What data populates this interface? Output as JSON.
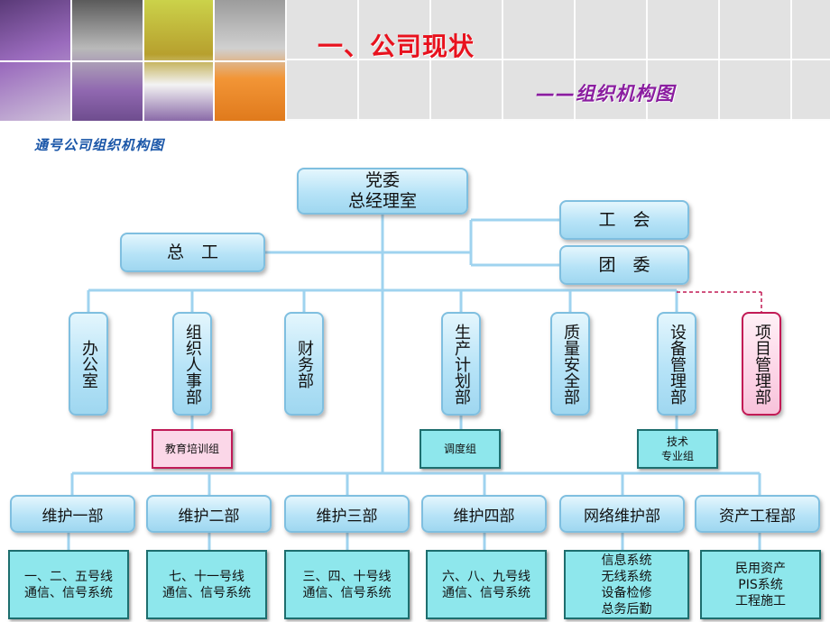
{
  "header": {
    "title": "一、公司现状",
    "subtitle": "——组织机构图"
  },
  "caption": "通号公司组织机构图",
  "top": {
    "party": "党委\n总经理室",
    "chief_engineer": "总　工",
    "union": "工　会",
    "youth_league": "团　委"
  },
  "departments": [
    "办公室",
    "组织人事部",
    "财务部",
    "生产计划部",
    "质量安全部",
    "设备管理部",
    "项目管理部"
  ],
  "sub_units": {
    "training": "教育培训组",
    "dispatch": "调度组",
    "tech": "技术\n专业组"
  },
  "maintenance": [
    "维护一部",
    "维护二部",
    "维护三部",
    "维护四部",
    "网络维护部",
    "资产工程部"
  ],
  "teams": [
    "一、二、五号线\n通信、信号系统",
    "七、十一号线\n通信、信号系统",
    "三、四、十号线\n通信、信号系统",
    "六、八、九号线\n通信、信号系统",
    "信息系统\n无线系统\n设备检修\n总务后勤",
    "民用资产\nPIS系统\n工程施工"
  ],
  "colors": {
    "title_red": "#e8121e",
    "subtitle_purple": "#8b1ea0",
    "caption_blue": "#1a56a8",
    "line_blue": "#9fd3ef",
    "box_blue": "#b6e3f7",
    "box_pink_border": "#c21a55",
    "box_teal": "#8ee7ec"
  }
}
